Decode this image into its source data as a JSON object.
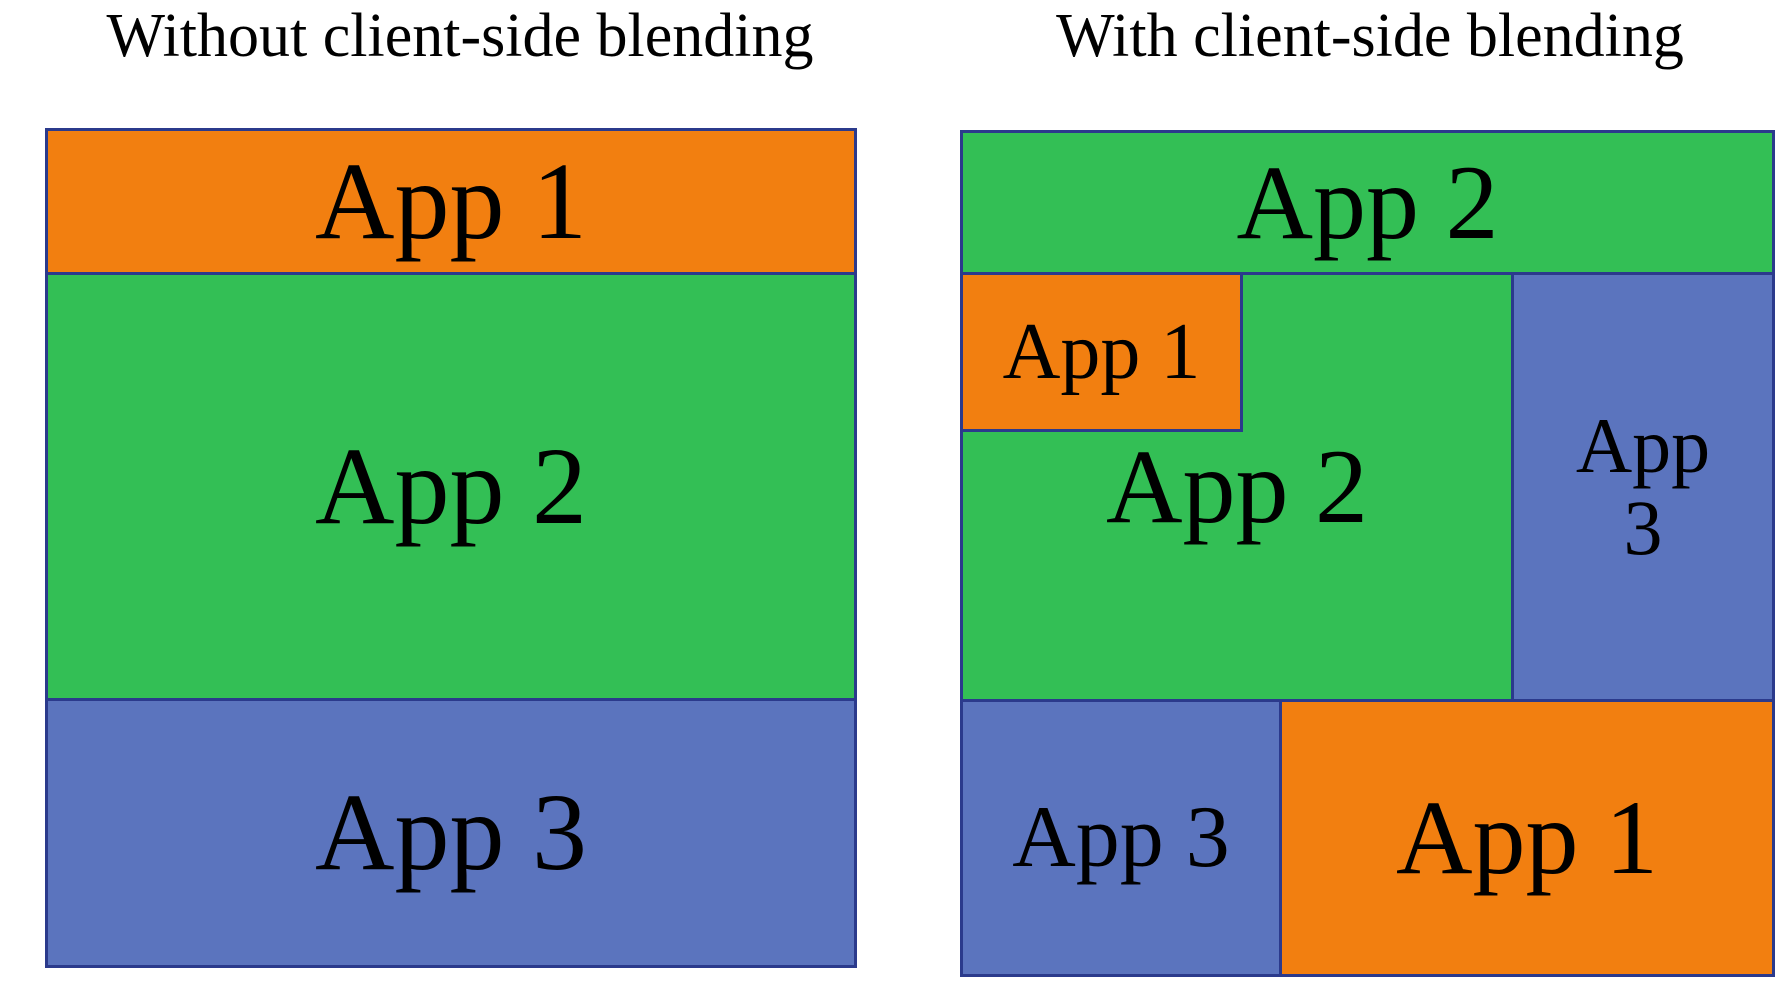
{
  "colors": {
    "orange": "#f27f10",
    "green": "#33bf55",
    "blue": "#5b74be",
    "border": "#2b3a8c"
  },
  "left_panel": {
    "title": "Without client-side blending",
    "regions": [
      {
        "label": "App 1",
        "color": "orange"
      },
      {
        "label": "App 2",
        "color": "green"
      },
      {
        "label": "App 3",
        "color": "blue"
      }
    ]
  },
  "right_panel": {
    "title": "With client-side blending",
    "regions": [
      {
        "label": "App 2",
        "color": "green"
      },
      {
        "label": "App 2",
        "color": "green"
      },
      {
        "label": "App 1",
        "color": "orange"
      },
      {
        "label": "App 3",
        "color": "blue"
      },
      {
        "label": "App 3",
        "color": "blue"
      },
      {
        "label": "App 1",
        "color": "orange"
      }
    ]
  }
}
